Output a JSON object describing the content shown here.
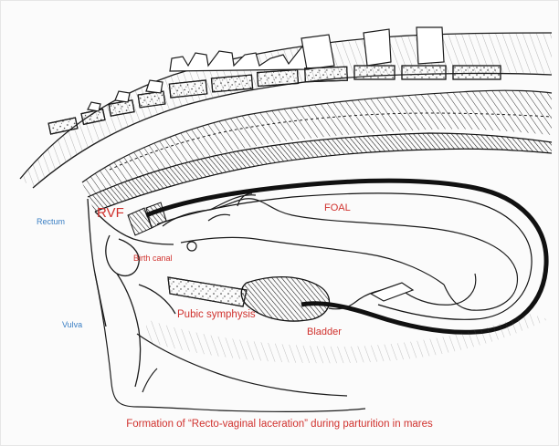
{
  "labels": {
    "rvf": "RVF",
    "foal": "FOAL",
    "rectum": "Rectum",
    "birth_canal": "Birth canal",
    "pubic_symphysis": "Pubic symphysis",
    "vulva": "Vulva",
    "bladder": "Bladder"
  },
  "caption": "Formation of “Recto-vaginal laceration” during parturition in mares",
  "colors": {
    "label_red": "#d0312d",
    "label_blue": "#3a7fc4",
    "ink": "#1c1c1c"
  }
}
